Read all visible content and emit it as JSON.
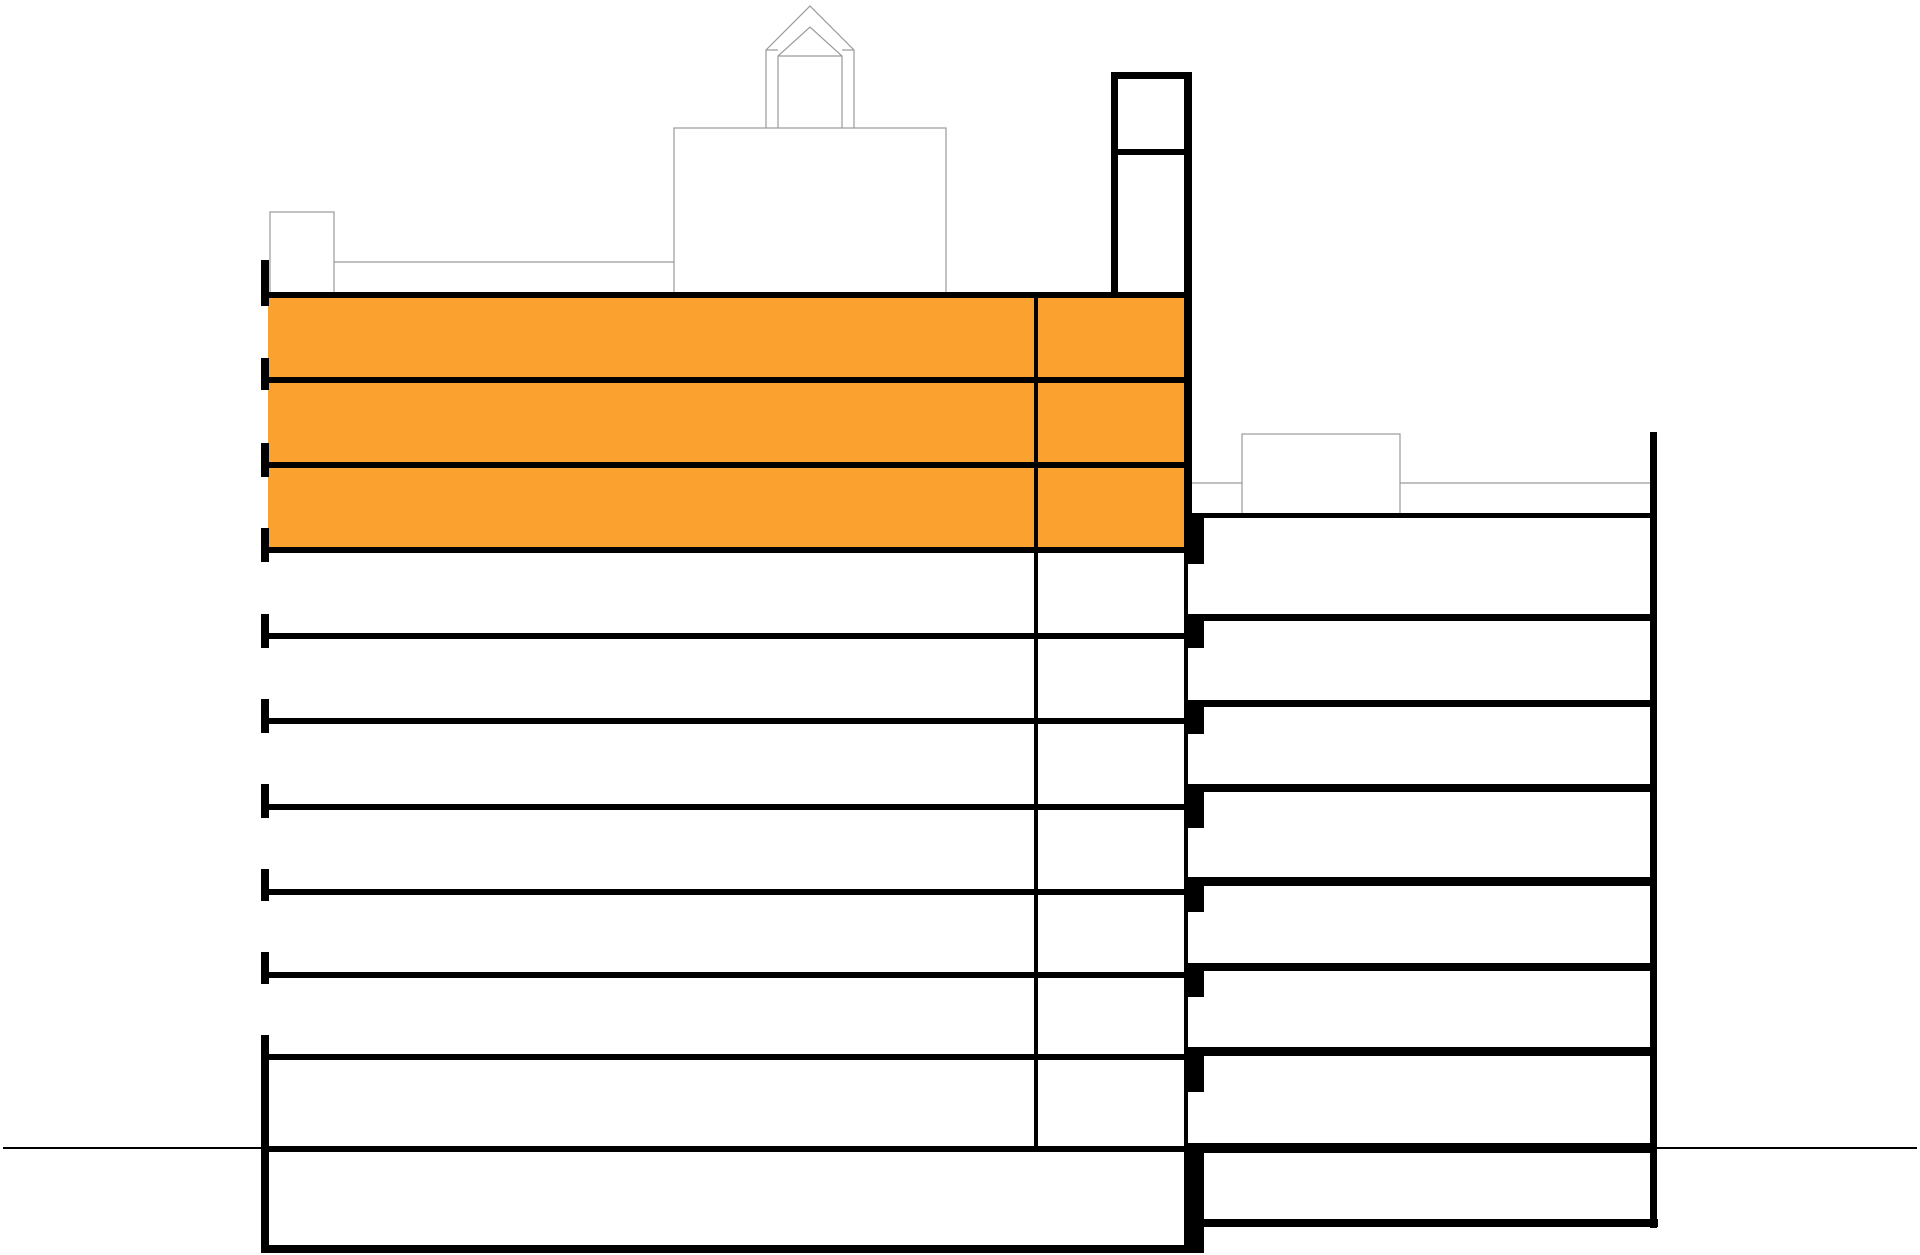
{
  "drawing": {
    "type": "building-section",
    "highlight_color": "#FBA12F",
    "line_color": "#000000",
    "context_line_color": "#9a9a9a",
    "background": "#ffffff",
    "highlighted_floor_count": 3,
    "main_block_floor_lines": 12,
    "annex_floor_lines": 9,
    "has_ground_line": true,
    "has_basement": true
  }
}
